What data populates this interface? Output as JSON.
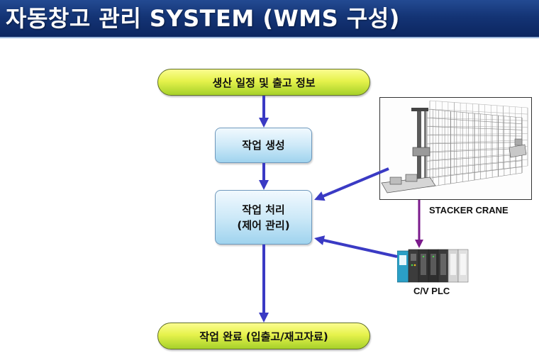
{
  "header": {
    "title": "자동창고 관리 SYSTEM (WMS 구성)"
  },
  "flow": {
    "production_info": "생산 일정 및 출고 정보",
    "job_create": "작업 생성",
    "job_process_line1": "작업 처리",
    "job_process_line2": "(제어 관리)",
    "job_complete": "작업 완료 (입출고/재고자료)"
  },
  "equipment": {
    "stacker_crane_label": "STACKER CRANE",
    "plc_label": "C/V PLC"
  },
  "colors": {
    "header_bg": "#143475",
    "pill_fill": "#e6f24c",
    "box_fill": "#cde9f8",
    "arrow_blue": "#3a3ac4",
    "arrow_purple": "#7b1b8c"
  }
}
